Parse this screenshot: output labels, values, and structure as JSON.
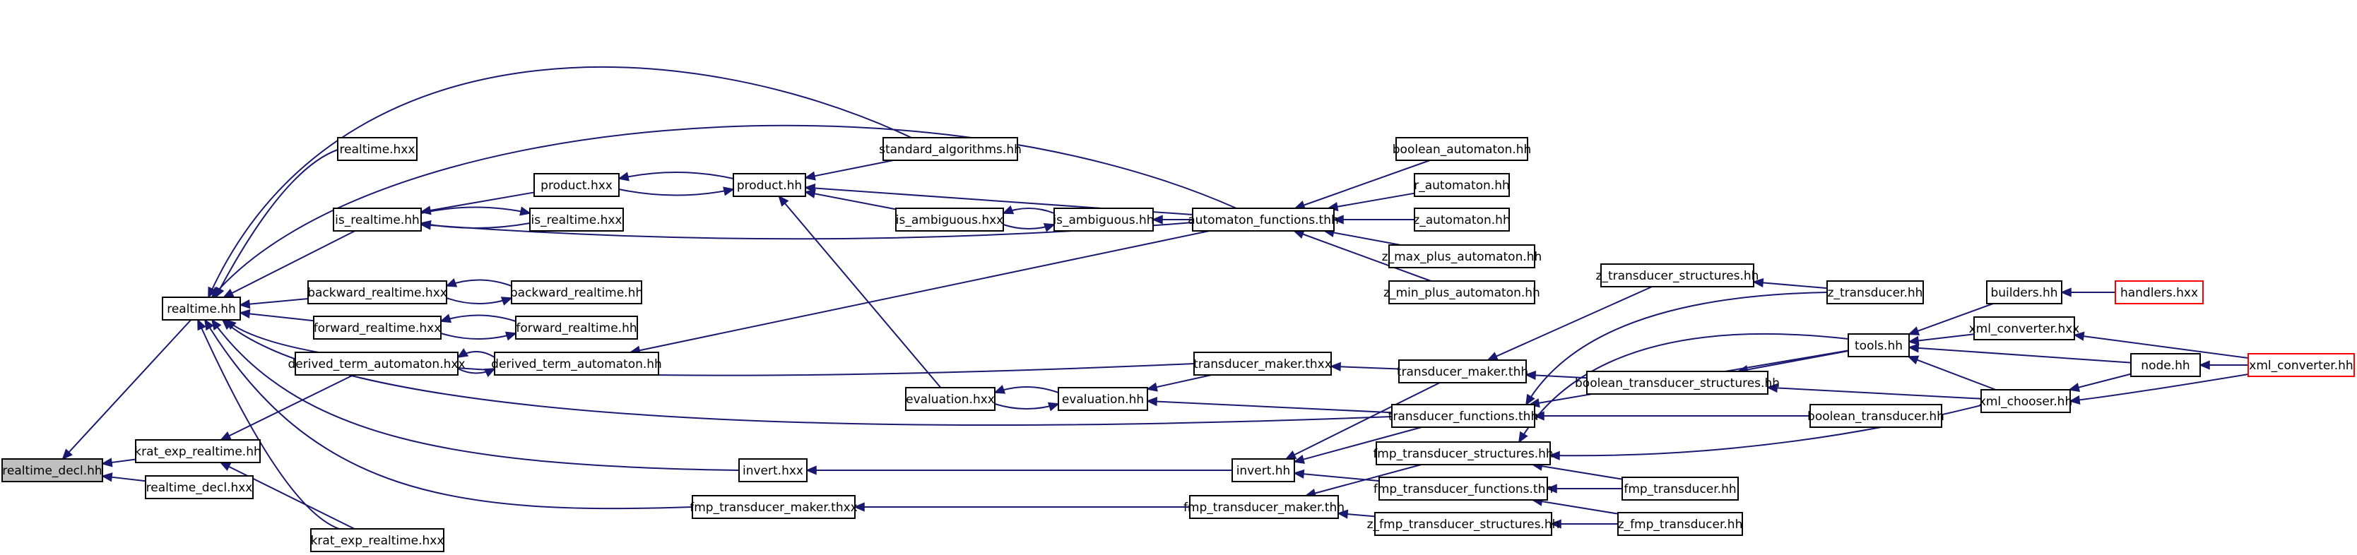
{
  "diagram": {
    "nodes": [
      {
        "id": "realtime_decl_hh",
        "label": "realtime_decl.hh",
        "style": "current"
      },
      {
        "id": "realtime_hh",
        "label": "realtime.hh"
      },
      {
        "id": "krat_exp_realtime_hh",
        "label": "krat_exp_realtime.hh"
      },
      {
        "id": "realtime_decl_hxx",
        "label": "realtime_decl.hxx"
      },
      {
        "id": "krat_exp_realtime_hxx",
        "label": "krat_exp_realtime.hxx"
      },
      {
        "id": "realtime_hxx",
        "label": "realtime.hxx"
      },
      {
        "id": "is_realtime_hh",
        "label": "is_realtime.hh"
      },
      {
        "id": "backward_realtime_hxx",
        "label": "backward_realtime.hxx"
      },
      {
        "id": "forward_realtime_hxx",
        "label": "forward_realtime.hxx"
      },
      {
        "id": "derived_term_automaton_hxx",
        "label": "derived_term_automaton.hxx"
      },
      {
        "id": "product_hxx",
        "label": "product.hxx"
      },
      {
        "id": "is_realtime_hxx",
        "label": "is_realtime.hxx"
      },
      {
        "id": "backward_realtime_hh",
        "label": "backward_realtime.hh"
      },
      {
        "id": "forward_realtime_hh",
        "label": "forward_realtime.hh"
      },
      {
        "id": "derived_term_automaton_hh",
        "label": "derived_term_automaton.hh"
      },
      {
        "id": "product_hh",
        "label": "product.hh"
      },
      {
        "id": "standard_algorithms_hh",
        "label": "standard_algorithms.hh"
      },
      {
        "id": "is_ambiguous_hxx",
        "label": "is_ambiguous.hxx"
      },
      {
        "id": "is_ambiguous_hh",
        "label": "is_ambiguous.hh"
      },
      {
        "id": "automaton_functions_thh",
        "label": "automaton_functions.thh"
      },
      {
        "id": "boolean_automaton_hh",
        "label": "boolean_automaton.hh"
      },
      {
        "id": "r_automaton_hh",
        "label": "r_automaton.hh"
      },
      {
        "id": "z_automaton_hh",
        "label": "z_automaton.hh"
      },
      {
        "id": "z_max_plus_automaton_hh",
        "label": "z_max_plus_automaton.hh"
      },
      {
        "id": "z_min_plus_automaton_hh",
        "label": "z_min_plus_automaton.hh"
      },
      {
        "id": "evaluation_hxx",
        "label": "evaluation.hxx"
      },
      {
        "id": "evaluation_hh",
        "label": "evaluation.hh"
      },
      {
        "id": "transducer_maker_thxx",
        "label": "transducer_maker.thxx"
      },
      {
        "id": "transducer_maker_thh",
        "label": "transducer_maker.thh"
      },
      {
        "id": "transducer_functions_thh",
        "label": "transducer_functions.thh"
      },
      {
        "id": "z_transducer_structures_hh",
        "label": "z_transducer_structures.hh"
      },
      {
        "id": "z_transducer_hh",
        "label": "z_transducer.hh"
      },
      {
        "id": "boolean_transducer_structures_hh",
        "label": "boolean_transducer_structures.hh"
      },
      {
        "id": "boolean_transducer_hh",
        "label": "boolean_transducer.hh"
      },
      {
        "id": "tools_hh",
        "label": "tools.hh"
      },
      {
        "id": "builders_hh",
        "label": "builders.hh"
      },
      {
        "id": "handlers_hxx",
        "label": "handlers.hxx",
        "style": "red"
      },
      {
        "id": "xml_converter_hxx",
        "label": "xml_converter.hxx"
      },
      {
        "id": "node_hh",
        "label": "node.hh"
      },
      {
        "id": "xml_converter_hh",
        "label": "xml_converter.hh",
        "style": "red"
      },
      {
        "id": "xml_chooser_hh",
        "label": "xml_chooser.hh"
      },
      {
        "id": "invert_hxx",
        "label": "invert.hxx"
      },
      {
        "id": "invert_hh",
        "label": "invert.hh"
      },
      {
        "id": "fmp_transducer_structures_hh",
        "label": "fmp_transducer_structures.hh"
      },
      {
        "id": "fmp_transducer_functions_thh",
        "label": "fmp_transducer_functions.thh"
      },
      {
        "id": "fmp_transducer_hh",
        "label": "fmp_transducer.hh"
      },
      {
        "id": "fmp_transducer_maker_thxx",
        "label": "fmp_transducer_maker.thxx"
      },
      {
        "id": "fmp_transducer_maker_thh",
        "label": "fmp_transducer_maker.thh"
      },
      {
        "id": "z_fmp_transducer_structures_hh",
        "label": "z_fmp_transducer_structures.hh"
      },
      {
        "id": "z_fmp_transducer_hh",
        "label": "z_fmp_transducer.hh"
      }
    ],
    "edges": [
      {
        "from": "realtime_hh",
        "to": "realtime_decl_hh"
      },
      {
        "from": "krat_exp_realtime_hh",
        "to": "realtime_decl_hh"
      },
      {
        "from": "realtime_decl_hxx",
        "to": "realtime_decl_hh"
      },
      {
        "from": "realtime_hxx",
        "to": "realtime_hh"
      },
      {
        "from": "is_realtime_hh",
        "to": "realtime_hh"
      },
      {
        "from": "backward_realtime_hxx",
        "to": "realtime_hh"
      },
      {
        "from": "forward_realtime_hxx",
        "to": "realtime_hh"
      },
      {
        "from": "standard_algorithms_hh",
        "to": "realtime_hh"
      },
      {
        "from": "automaton_functions_thh",
        "to": "realtime_hh"
      },
      {
        "from": "transducer_maker_thxx",
        "to": "realtime_hh"
      },
      {
        "from": "transducer_functions_thh",
        "to": "realtime_hh"
      },
      {
        "from": "invert_hxx",
        "to": "realtime_hh"
      },
      {
        "from": "fmp_transducer_maker_thxx",
        "to": "realtime_hh"
      },
      {
        "from": "krat_exp_realtime_hxx",
        "to": "realtime_hh"
      },
      {
        "from": "derived_term_automaton_hxx",
        "to": "krat_exp_realtime_hh"
      },
      {
        "from": "krat_exp_realtime_hxx",
        "to": "krat_exp_realtime_hh"
      },
      {
        "from": "product_hxx",
        "to": "is_realtime_hh"
      },
      {
        "from": "is_realtime_hxx",
        "to": "is_realtime_hh"
      },
      {
        "from": "is_realtime_hh",
        "to": "is_realtime_hxx"
      },
      {
        "from": "automaton_functions_thh",
        "to": "is_realtime_hh"
      },
      {
        "from": "backward_realtime_hh",
        "to": "backward_realtime_hxx"
      },
      {
        "from": "backward_realtime_hxx",
        "to": "backward_realtime_hh"
      },
      {
        "from": "forward_realtime_hh",
        "to": "forward_realtime_hxx"
      },
      {
        "from": "forward_realtime_hxx",
        "to": "forward_realtime_hh"
      },
      {
        "from": "derived_term_automaton_hh",
        "to": "derived_term_automaton_hxx"
      },
      {
        "from": "derived_term_automaton_hxx",
        "to": "derived_term_automaton_hh"
      },
      {
        "from": "automaton_functions_thh",
        "to": "derived_term_automaton_hh"
      },
      {
        "from": "product_hh",
        "to": "product_hxx"
      },
      {
        "from": "product_hxx",
        "to": "product_hh"
      },
      {
        "from": "standard_algorithms_hh",
        "to": "product_hh"
      },
      {
        "from": "is_ambiguous_hxx",
        "to": "product_hh"
      },
      {
        "from": "automaton_functions_thh",
        "to": "product_hh"
      },
      {
        "from": "evaluation_hxx",
        "to": "product_hh"
      },
      {
        "from": "is_ambiguous_hh",
        "to": "is_ambiguous_hxx"
      },
      {
        "from": "is_ambiguous_hxx",
        "to": "is_ambiguous_hh"
      },
      {
        "from": "automaton_functions_thh",
        "to": "is_ambiguous_hh"
      },
      {
        "from": "boolean_automaton_hh",
        "to": "automaton_functions_thh"
      },
      {
        "from": "r_automaton_hh",
        "to": "automaton_functions_thh"
      },
      {
        "from": "z_automaton_hh",
        "to": "automaton_functions_thh"
      },
      {
        "from": "z_max_plus_automaton_hh",
        "to": "automaton_functions_thh"
      },
      {
        "from": "z_min_plus_automaton_hh",
        "to": "automaton_functions_thh"
      },
      {
        "from": "evaluation_hh",
        "to": "evaluation_hxx"
      },
      {
        "from": "evaluation_hxx",
        "to": "evaluation_hh"
      },
      {
        "from": "transducer_maker_thxx",
        "to": "evaluation_hh"
      },
      {
        "from": "transducer_functions_thh",
        "to": "evaluation_hh"
      },
      {
        "from": "transducer_maker_thh",
        "to": "transducer_maker_thxx"
      },
      {
        "from": "z_transducer_structures_hh",
        "to": "transducer_maker_thh"
      },
      {
        "from": "boolean_transducer_structures_hh",
        "to": "transducer_maker_thh"
      },
      {
        "from": "z_transducer_hh",
        "to": "z_transducer_structures_hh"
      },
      {
        "from": "z_transducer_hh",
        "to": "transducer_functions_thh"
      },
      {
        "from": "boolean_transducer_hh",
        "to": "transducer_functions_thh"
      },
      {
        "from": "tools_hh",
        "to": "transducer_functions_thh"
      },
      {
        "from": "tools_hh",
        "to": "boolean_transducer_structures_hh"
      },
      {
        "from": "xml_chooser_hh",
        "to": "boolean_transducer_structures_hh"
      },
      {
        "from": "builders_hh",
        "to": "tools_hh"
      },
      {
        "from": "xml_converter_hxx",
        "to": "tools_hh"
      },
      {
        "from": "node_hh",
        "to": "tools_hh"
      },
      {
        "from": "xml_chooser_hh",
        "to": "tools_hh"
      },
      {
        "from": "handlers_hxx",
        "to": "builders_hh"
      },
      {
        "from": "xml_converter_hh",
        "to": "xml_converter_hxx"
      },
      {
        "from": "xml_converter_hh",
        "to": "node_hh"
      },
      {
        "from": "xml_converter_hh",
        "to": "xml_chooser_hh"
      },
      {
        "from": "node_hh",
        "to": "xml_chooser_hh"
      },
      {
        "from": "xml_chooser_hh",
        "to": "fmp_transducer_structures_hh"
      },
      {
        "from": "invert_hh",
        "to": "invert_hxx"
      },
      {
        "from": "transducer_maker_thh",
        "to": "invert_hh"
      },
      {
        "from": "transducer_functions_thh",
        "to": "invert_hh"
      },
      {
        "from": "fmp_transducer_structures_hh",
        "to": "fmp_transducer_maker_thh"
      },
      {
        "from": "fmp_transducer_functions_thh",
        "to": "invert_hh"
      },
      {
        "from": "tools_hh",
        "to": "fmp_transducer_structures_hh"
      },
      {
        "from": "fmp_transducer_hh",
        "to": "fmp_transducer_structures_hh"
      },
      {
        "from": "fmp_transducer_hh",
        "to": "fmp_transducer_functions_thh"
      },
      {
        "from": "z_fmp_transducer_hh",
        "to": "fmp_transducer_functions_thh"
      },
      {
        "from": "fmp_transducer_maker_thh",
        "to": "fmp_transducer_maker_thxx"
      },
      {
        "from": "z_fmp_transducer_structures_hh",
        "to": "fmp_transducer_maker_thh"
      },
      {
        "from": "z_fmp_transducer_hh",
        "to": "z_fmp_transducer_structures_hh"
      }
    ]
  }
}
